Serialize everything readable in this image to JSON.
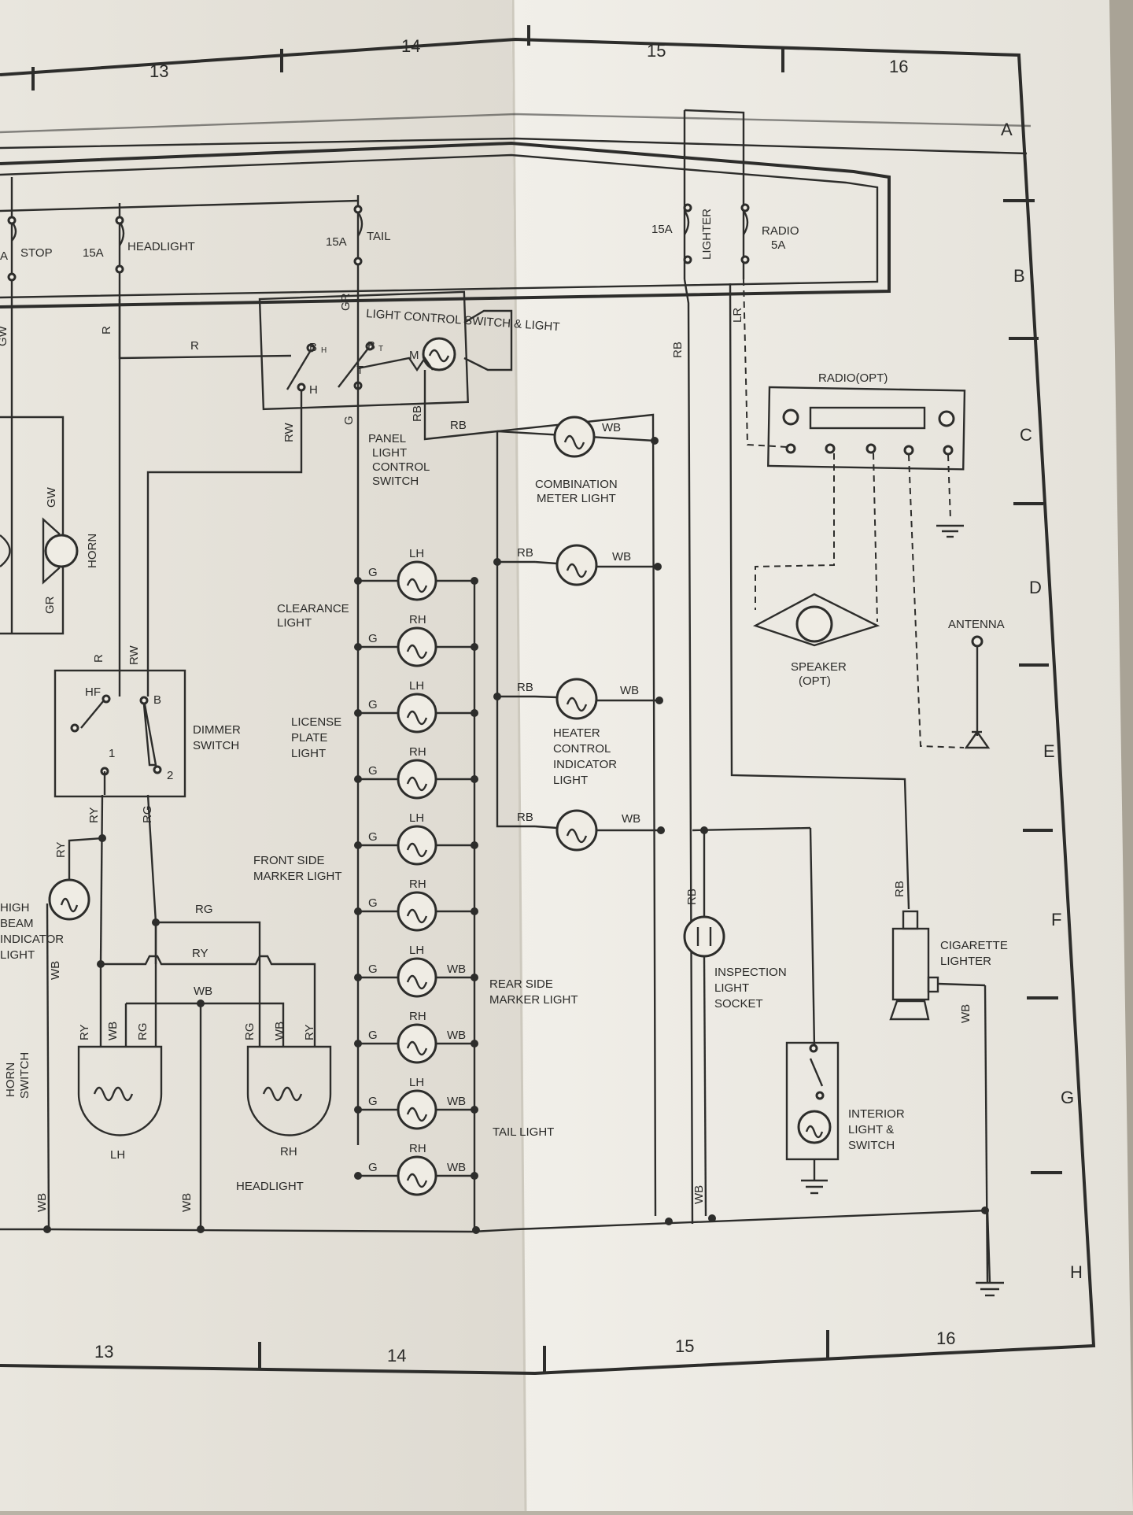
{
  "grid": {
    "columns": [
      "13",
      "14",
      "15",
      "16"
    ],
    "rows": [
      "A",
      "B",
      "C",
      "D",
      "E",
      "F",
      "G",
      "H"
    ]
  },
  "fuses": {
    "stop": {
      "rating": "A",
      "name": "STOP"
    },
    "headlight": {
      "rating": "15A",
      "name": "HEADLIGHT"
    },
    "tail": {
      "rating": "15A",
      "name": "TAIL"
    },
    "lighter": {
      "rating": "15A",
      "name": "LIGHTER"
    },
    "radio": {
      "name": "RADIO",
      "rating": "5A"
    }
  },
  "light_control": {
    "title": "LIGHT CONTROL SWITCH & LIGHT",
    "bh": "B",
    "bh_sub": "H",
    "bt": "B",
    "bt_sub": "T",
    "h": "H",
    "t": "T",
    "m": "M"
  },
  "panel_switch": {
    "line1": "PANEL",
    "line2": "LIGHT",
    "line3": "CONTROL",
    "line4": "SWITCH"
  },
  "dimmer": {
    "label1": "DIMMER",
    "label2": "SWITCH",
    "hf": "HF",
    "b": "B",
    "t1": "1",
    "t2": "2"
  },
  "horn": {
    "label": "HORN",
    "switch1": "HORN",
    "switch2": "SWITCH"
  },
  "high_beam": {
    "line1": "HIGH",
    "line2": "BEAM",
    "line3": "INDICATOR",
    "line4": "LIGHT"
  },
  "headlight": {
    "lh": "LH",
    "rh": "RH",
    "label": "HEADLIGHT"
  },
  "groups": {
    "clearance": {
      "line1": "CLEARANCE",
      "line2": "LIGHT"
    },
    "license": {
      "line1": "LICENSE",
      "line2": "PLATE",
      "line3": "LIGHT"
    },
    "front_side": {
      "line1": "FRONT SIDE",
      "line2": "MARKER LIGHT"
    },
    "rear_side": {
      "line1": "REAR SIDE",
      "line2": "MARKER LIGHT"
    },
    "tail": {
      "line1": "TAIL LIGHT"
    }
  },
  "bulb_sides": [
    "LH",
    "RH",
    "LH",
    "RH",
    "LH",
    "RH",
    "LH",
    "RH",
    "LH",
    "RH"
  ],
  "meter": {
    "line1": "COMBINATION",
    "line2": "METER LIGHT"
  },
  "heater": {
    "line1": "HEATER",
    "line2": "CONTROL",
    "line3": "INDICATOR",
    "line4": "LIGHT"
  },
  "radio": {
    "label": "RADIO(OPT)"
  },
  "speaker": {
    "line1": "SPEAKER",
    "line2": "(OPT)"
  },
  "antenna": {
    "label": "ANTENNA"
  },
  "inspection": {
    "line1": "INSPECTION",
    "line2": "LIGHT",
    "line3": "SOCKET"
  },
  "cigarette": {
    "line1": "CIGARETTE",
    "line2": "LIGHTER"
  },
  "interior": {
    "line1": "INTERIOR",
    "line2": "LIGHT &",
    "line3": "SWITCH"
  },
  "wire_codes": {
    "gw": "GW",
    "gr": "GR",
    "r": "R",
    "rw": "RW",
    "ry": "RY",
    "rg": "RG",
    "wb": "WB",
    "g": "G",
    "rb": "RB",
    "lr": "LR"
  }
}
